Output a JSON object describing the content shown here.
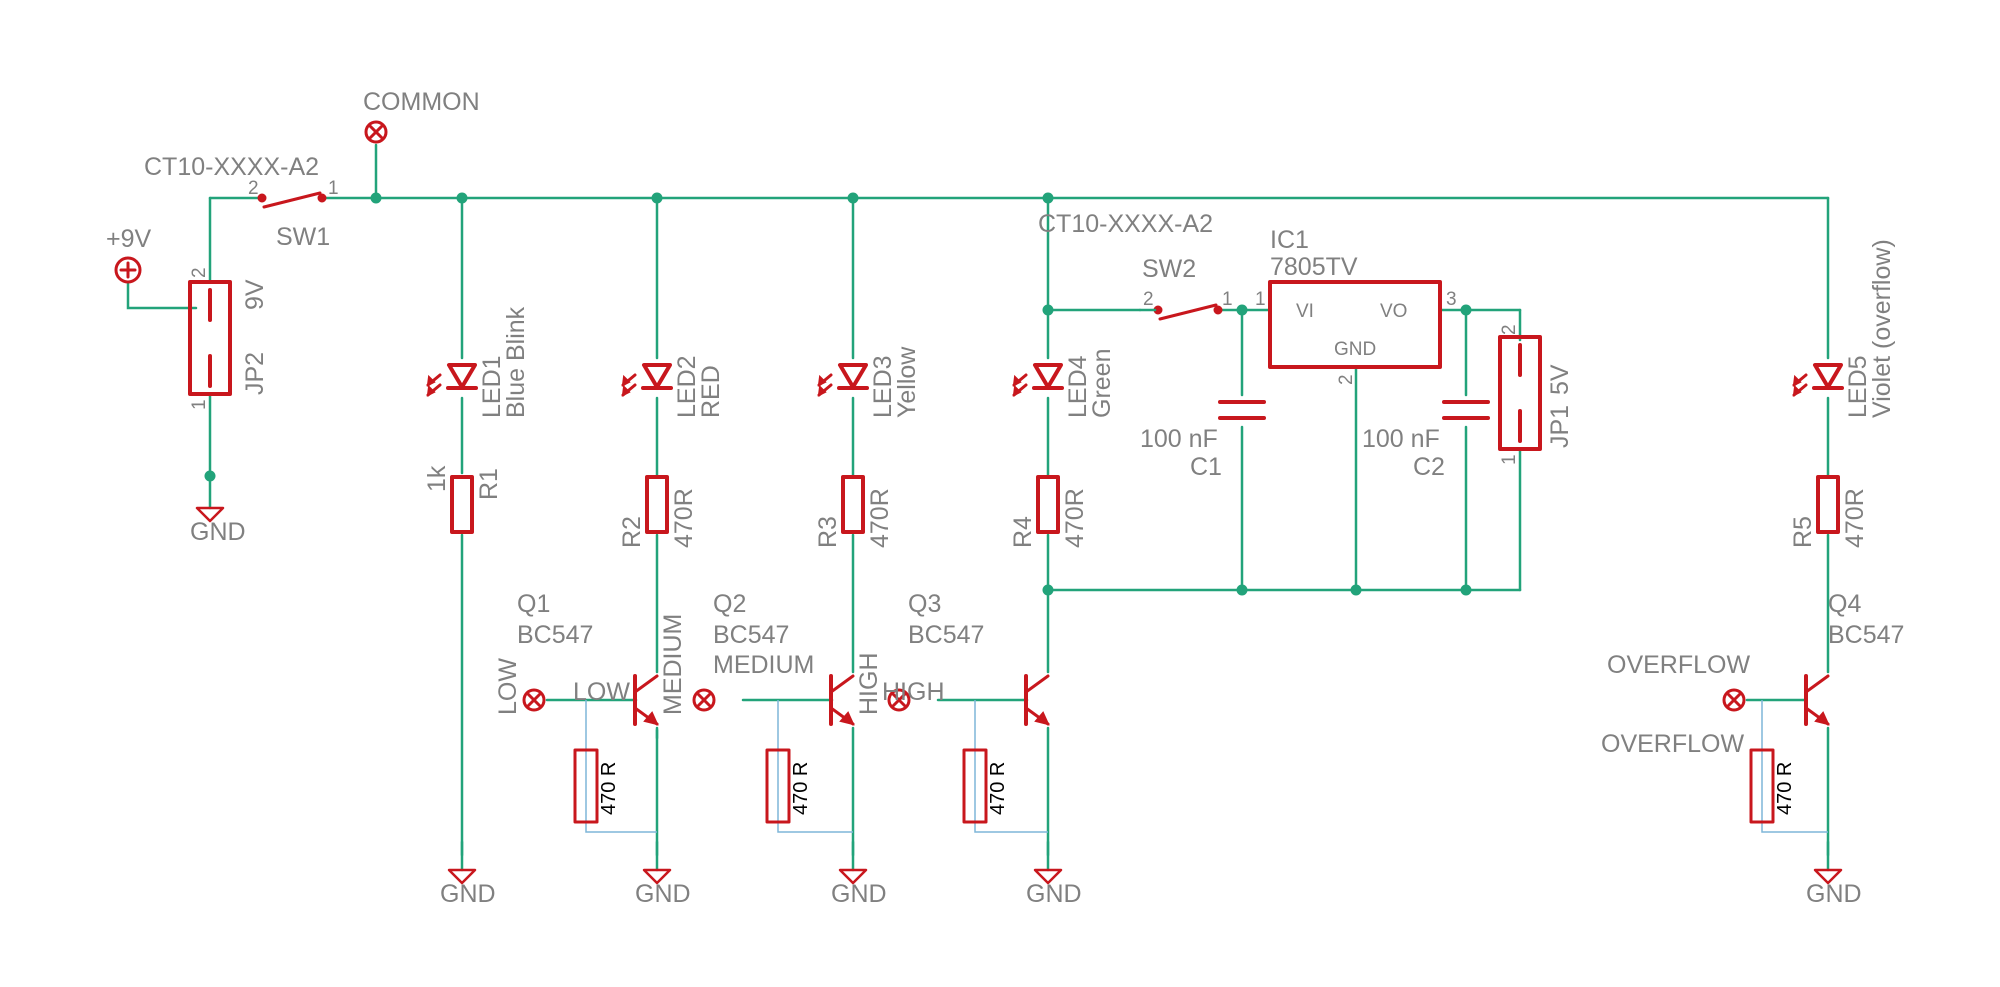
{
  "net_labels": {
    "common": "COMMON",
    "plus9v": "+9V",
    "low": "LOW",
    "low2": "LOW",
    "medium": "MEDIUM",
    "medium2": "MEDIUM",
    "high": "HIGH",
    "high2": "HIGH",
    "overflow": "OVERFLOW",
    "overflow2": "OVERFLOW",
    "gnd": "GND"
  },
  "sw1": {
    "value": "CT10-XXXX-A2",
    "name": "SW1",
    "pin_a": "2",
    "pin_b": "1"
  },
  "sw2": {
    "value": "CT10-XXXX-A2",
    "name": "SW2",
    "pin_a": "2",
    "pin_b": "1"
  },
  "jp2": {
    "name": "JP2",
    "value": "9V",
    "pin_a": "2",
    "pin_b": "1"
  },
  "jp1": {
    "name": "JP1",
    "value": "5V",
    "pin_a": "2",
    "pin_b": "1"
  },
  "ic1": {
    "name": "IC1",
    "value": "7805TV",
    "vi": "VI",
    "vo": "VO",
    "gnd": "GND",
    "pin1": "1",
    "pin2": "2",
    "pin3": "3"
  },
  "c1": {
    "name": "C1",
    "value": "100 nF"
  },
  "c2": {
    "name": "C2",
    "value": "100 nF"
  },
  "leds": [
    {
      "name": "LED1",
      "value": "Blue Blink"
    },
    {
      "name": "LED2",
      "value": "RED"
    },
    {
      "name": "LED3",
      "value": "Yellow"
    },
    {
      "name": "LED4",
      "value": "Green"
    },
    {
      "name": "LED5",
      "value": "Violet (overflow)"
    }
  ],
  "resistors": [
    {
      "name": "R1",
      "value": "1k"
    },
    {
      "name": "R2",
      "value": "470R"
    },
    {
      "name": "R3",
      "value": "470R"
    },
    {
      "name": "R4",
      "value": "470R"
    },
    {
      "name": "R5",
      "value": "470R"
    }
  ],
  "transistors": [
    {
      "name": "Q1",
      "value": "BC547"
    },
    {
      "name": "Q2",
      "value": "BC547"
    },
    {
      "name": "Q3",
      "value": "BC547"
    },
    {
      "name": "Q4",
      "value": "BC547"
    }
  ],
  "pulldown": "470 R",
  "colors": {
    "wire": "#22a37a",
    "part": "#c8171d",
    "text": "#808080",
    "aux_wire": "#7fb6d8"
  }
}
